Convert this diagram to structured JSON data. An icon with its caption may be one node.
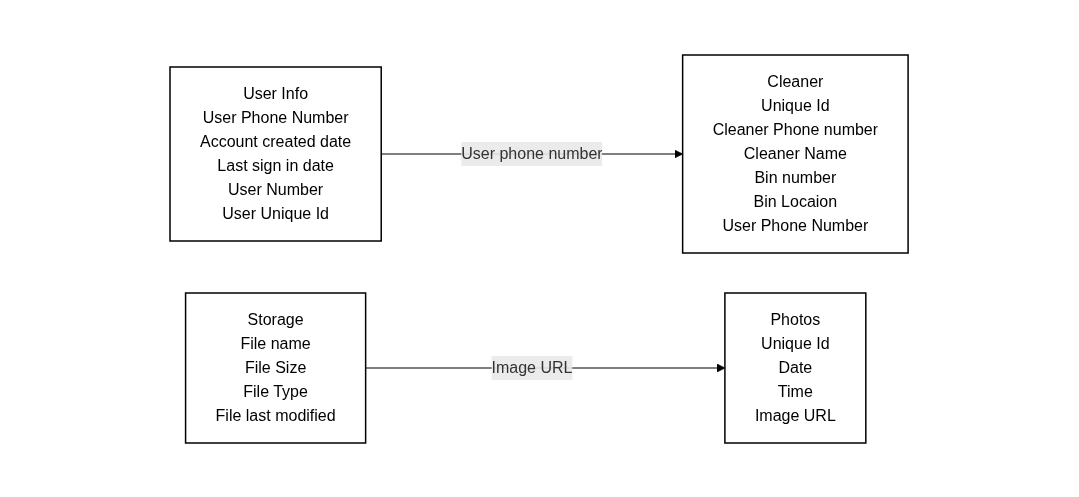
{
  "diagram": {
    "nodes": [
      {
        "text": [
          "User Info",
          "User Phone Number",
          "Account created date",
          "Last sign in date",
          "User Number",
          "User Unique Id"
        ]
      },
      {
        "text": [
          "Cleaner",
          "Unique Id",
          "Cleaner Phone number",
          "Cleaner Name",
          "Bin number",
          "Bin Locaion",
          "User Phone Number"
        ]
      },
      {
        "text": [
          "Storage",
          "File name",
          "File Size",
          "File Type",
          "File last modified"
        ]
      },
      {
        "text": [
          "Photos",
          "Unique Id",
          "Date",
          "Time",
          "Image URL"
        ]
      }
    ],
    "edges": [
      {
        "from": 0,
        "to": 1,
        "label": "User phone number",
        "arrow": "to"
      },
      {
        "from": 2,
        "to": 3,
        "label": "Image URL",
        "arrow": "to"
      }
    ]
  }
}
